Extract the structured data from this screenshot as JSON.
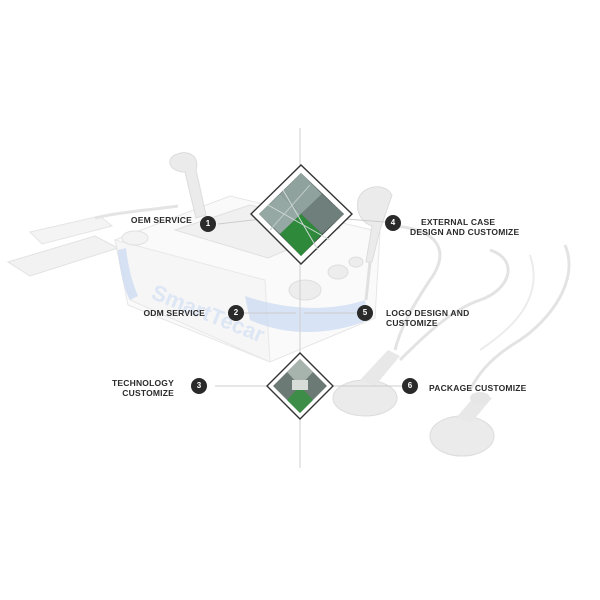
{
  "features": [
    {
      "number": "1",
      "label": "OEM SERVICE"
    },
    {
      "number": "2",
      "label": "ODM SERVICE"
    },
    {
      "number": "3",
      "label_line1": "TECHNOLOGY",
      "label_line2": "CUSTOMIZE"
    },
    {
      "number": "4",
      "label_line1": "EXTERNAL CASE",
      "label_line2": "DESIGN AND CUSTOMIZE"
    },
    {
      "number": "5",
      "label_line1": "LOGO DESIGN AND",
      "label_line2": "CUSTOMIZE"
    },
    {
      "number": "6",
      "label": "PACKAGE CUSTOMIZE"
    }
  ],
  "device_brand_text": "SmartTecar",
  "colors": {
    "badge": "#2a2a2a",
    "text": "#2b2b2b",
    "device_accent": "#c9d8f2",
    "line": "#cccccc"
  }
}
